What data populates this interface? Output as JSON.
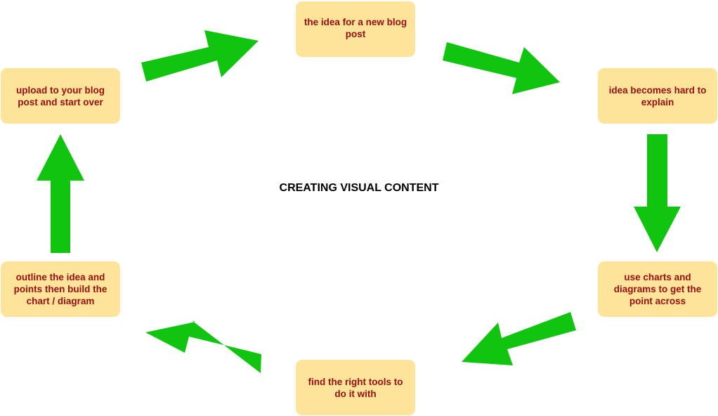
{
  "title": "CREATING VISUAL CONTENT",
  "steps": [
    "the idea for a new blog post",
    "idea becomes hard to explain",
    "use charts and diagrams to get the point across",
    "find the right tools to do it with",
    "outline the idea and points then build the chart / diagram",
    "upload to your blog post and start over"
  ],
  "colors": {
    "node_fill": "#fde49a",
    "node_text": "#9b0d0d",
    "arrow": "#11c40f",
    "title_text": "#000000"
  }
}
